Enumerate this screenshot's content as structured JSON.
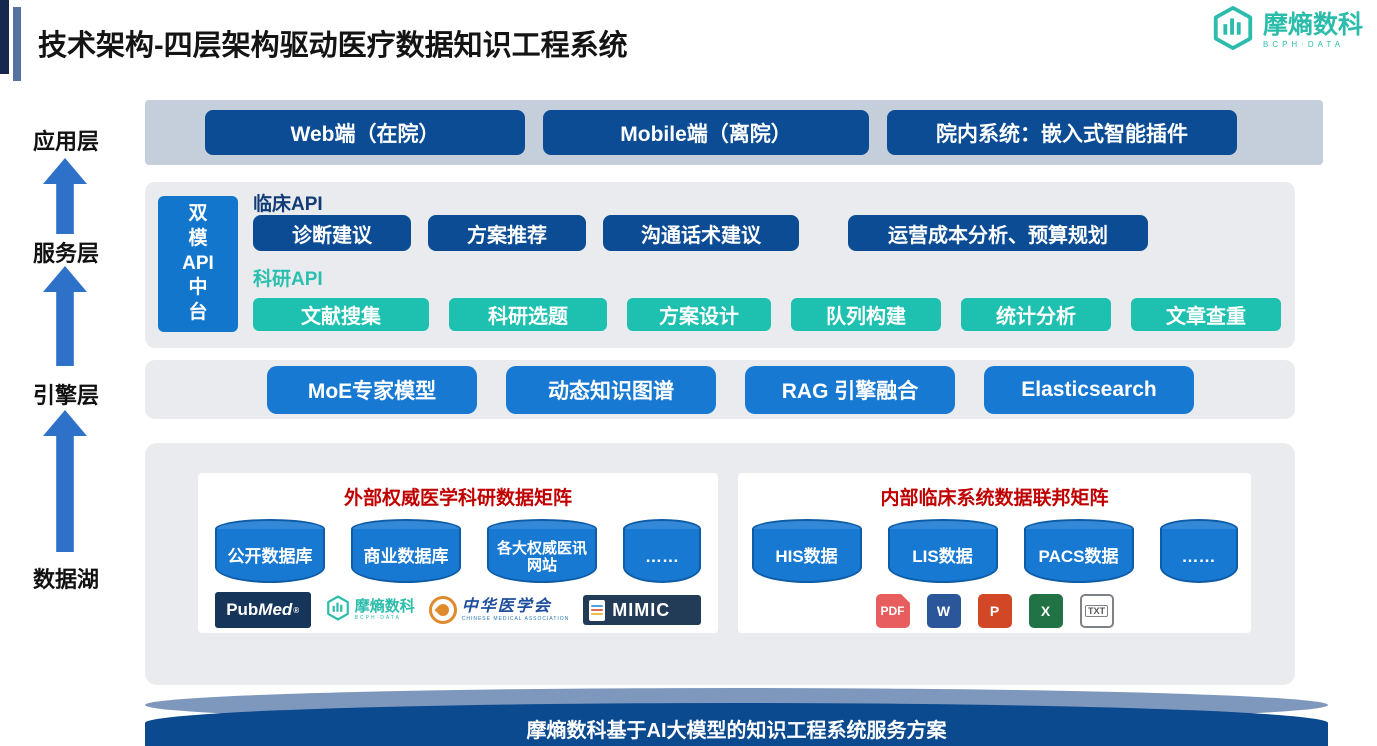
{
  "header": {
    "title": "技术架构-四层架构驱动医疗数据知识工程系统",
    "logo": {
      "name": "摩熵数科",
      "subtitle": "BCPH·DATA",
      "icon": "hexagon-bars-icon"
    }
  },
  "layer_labels": [
    "应用层",
    "服务层",
    "引擎层",
    "数据湖"
  ],
  "application_layer": {
    "items": [
      "Web端（在院）",
      "Mobile端（离院）",
      "院内系统：嵌入式智能插件"
    ]
  },
  "service_layer": {
    "hub_lines": [
      "双",
      "模",
      "API",
      "中",
      "台"
    ],
    "clinical_label": "临床API",
    "clinical_items": [
      "诊断建议",
      "方案推荐",
      "沟通话术建议",
      "运营成本分析、预算规划"
    ],
    "research_label": "科研API",
    "research_items": [
      "文献搜集",
      "科研选题",
      "方案设计",
      "队列构建",
      "统计分析",
      "文章查重"
    ]
  },
  "engine_layer": {
    "items": [
      "MoE专家模型",
      "动态知识图谱",
      "RAG 引擎融合",
      "Elasticsearch"
    ]
  },
  "data_lake": {
    "external": {
      "title": "外部权威医学科研数据矩阵",
      "cylinders": [
        "公开数据库",
        "商业数据库",
        "各大权威医讯网站",
        "……"
      ],
      "logos": {
        "pubmed": {
          "part1": "Pub",
          "part2": "Med",
          "reg": "®"
        },
        "bcph": {
          "name": "摩熵数科",
          "subtitle": "BCPH·DATA"
        },
        "cma": {
          "name": "中华医学会",
          "caption": "CHINESE MEDICAL ASSOCIATION"
        },
        "mimic": {
          "text": "MIMIC"
        }
      }
    },
    "internal": {
      "title": "内部临床系统数据联邦矩阵",
      "cylinders": [
        "HIS数据",
        "LIS数据",
        "PACS数据",
        "……"
      ],
      "file_badges": [
        "PDF",
        "W",
        "P",
        "X",
        "TXT"
      ]
    }
  },
  "footer": {
    "text": "摩熵数科基于AI大模型的知识工程系统服务方案"
  },
  "colors": {
    "navy": "#0b4c94",
    "blue": "#1879d2",
    "teal": "#1ec0af",
    "red": "#c00000",
    "band_app": "#c5cedb",
    "band_light": "#e9ebee",
    "footer_navy": "#0c4a8f",
    "arrow_blue": "#2d72c8",
    "logo_teal": "#2bbcab"
  }
}
